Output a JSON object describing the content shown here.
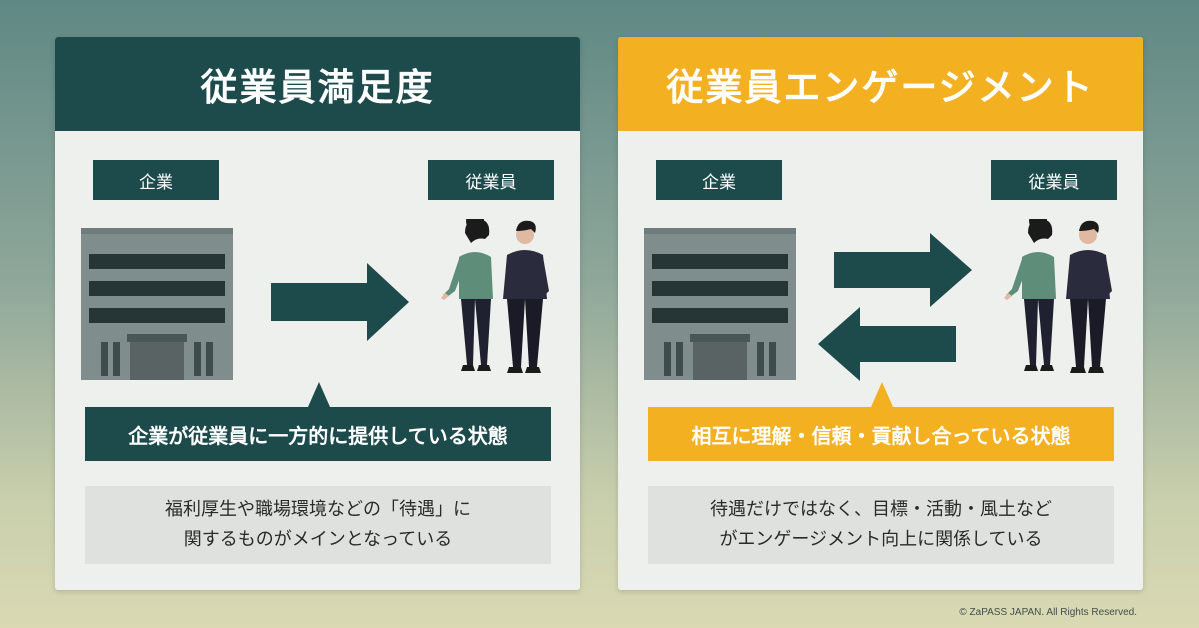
{
  "left_panel": {
    "title": "従業員満足度",
    "company_label": "企業",
    "employee_label": "従業員",
    "status": "企業が従業員に一方的に提供している状態",
    "description_lines": [
      "福利厚生や職場環境などの「待遇」に",
      "関するものがメインとなっている"
    ]
  },
  "right_panel": {
    "title": "従業員エンゲージメント",
    "company_label": "企業",
    "employee_label": "従業員",
    "status": "相互に理解・信頼・貢献し合っている状態",
    "description_lines": [
      "待遇だけではなく、目標・活動・風土など",
      "がエンゲージメント向上に関係している"
    ]
  },
  "copyright": "© ZaPASS JAPAN. All Rights Reserved.",
  "colors": {
    "dark_teal": "#1d4b4c",
    "accent_yellow": "#f3b020",
    "panel_bg": "#eef0ee",
    "desc_bg": "#dfe1df"
  }
}
